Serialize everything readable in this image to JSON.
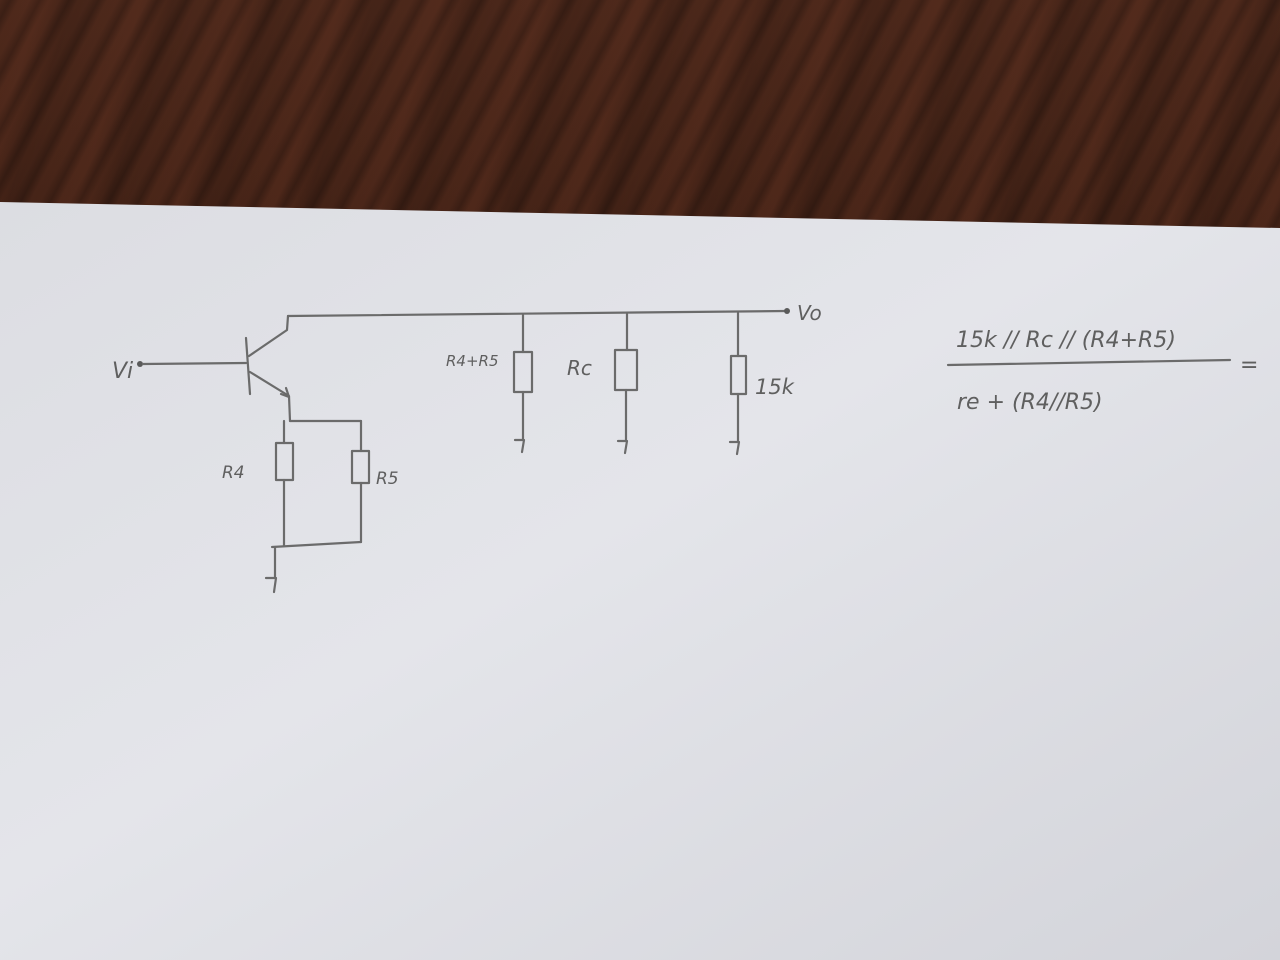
{
  "circuit": {
    "input_label": "Vi",
    "output_label": "Vo",
    "load_labels": {
      "r4_plus_r5": "R4+R5",
      "rc": "Rc",
      "fifteen_k": "15k"
    },
    "emitter_labels": {
      "r4": "R4",
      "r5": "R5"
    }
  },
  "formula": {
    "numerator": "15k // Rc // (R4+R5)",
    "denominator": "re + (R4//R5)",
    "equals": "="
  }
}
